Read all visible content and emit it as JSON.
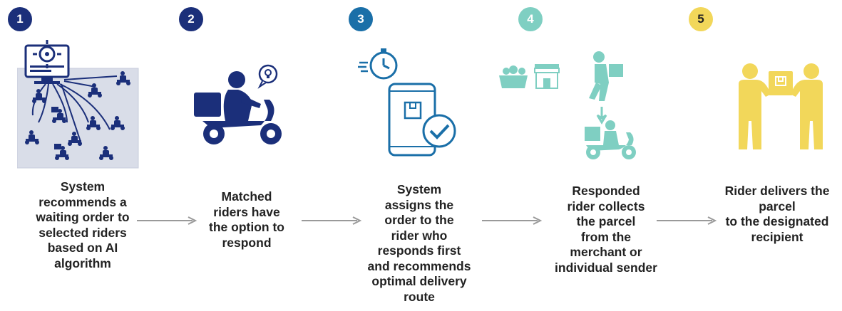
{
  "colors": {
    "step1": "#1b2f7a",
    "step2": "#1b2f7a",
    "step3": "#1a6fa8",
    "step4": "#7fcfc2",
    "step5": "#f2d75a",
    "arrow": "#9a9a9a"
  },
  "steps": [
    {
      "number": "1",
      "icon": "ai-dispatch-computer-icon",
      "text": "System\nrecommends a\nwaiting order to\nselected riders\nbased on AI\nalgorithm"
    },
    {
      "number": "2",
      "icon": "rider-on-scooter-icon",
      "text": "Matched\nriders have\nthe option to\nrespond"
    },
    {
      "number": "3",
      "icon": "phone-order-confirmed-icon",
      "text": "System\nassigns the\norder to the\nrider who\nresponds first\nand recommends\noptimal delivery\nroute"
    },
    {
      "number": "4",
      "icon": "rider-collects-parcel-icon",
      "text": "Responded\nrider collects\nthe parcel\nfrom the\nmerchant or\nindividual sender"
    },
    {
      "number": "5",
      "icon": "parcel-handover-icon",
      "text": "Rider delivers the\nparcel\nto the designated\nrecipient"
    }
  ]
}
